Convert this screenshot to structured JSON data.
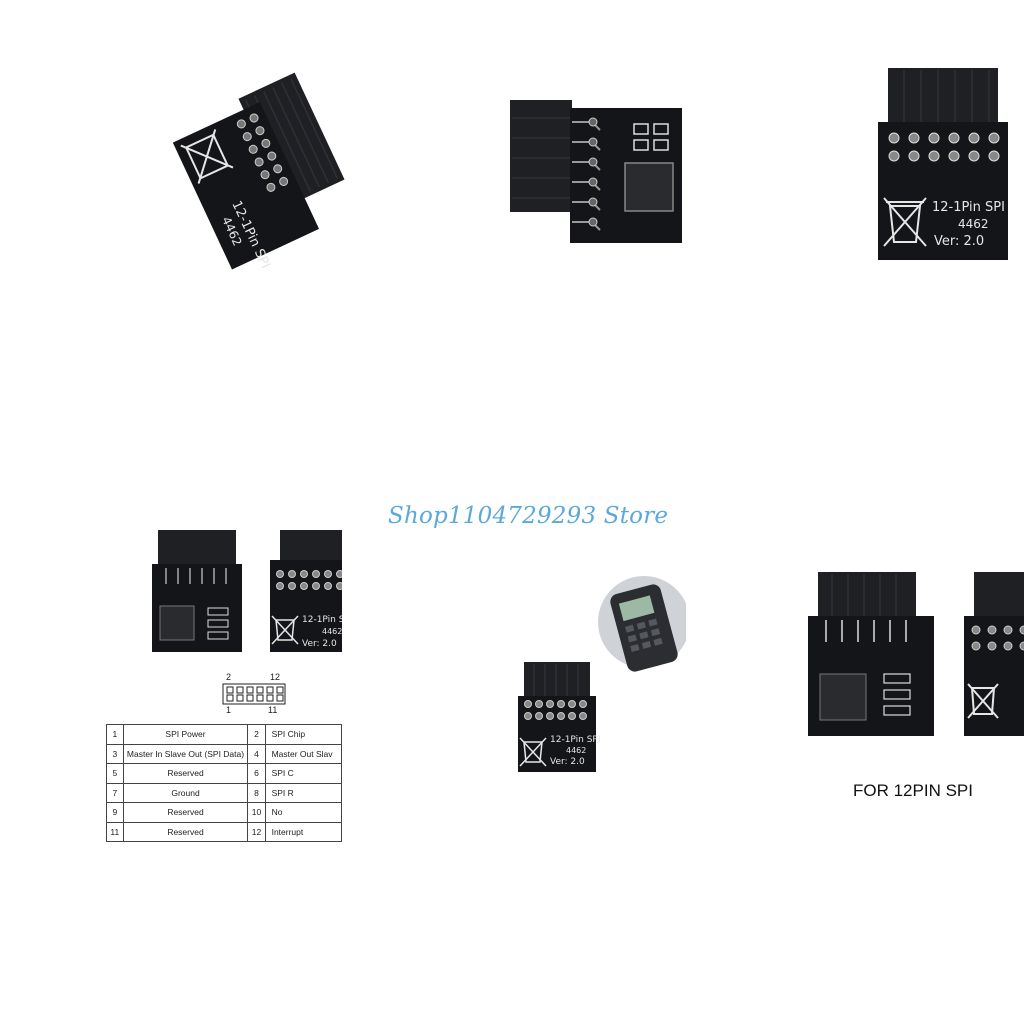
{
  "watermark": "Shop1104729293 Store",
  "caption": "FOR 12PIN SPI",
  "board": {
    "title": "12-1Pin SPI",
    "model": "4462",
    "version": "Ver:  2.0"
  },
  "header_diagram": {
    "top_left": "2",
    "top_right": "12",
    "bottom_left": "1",
    "bottom_right": "11"
  },
  "pinout": {
    "rows": [
      {
        "pin_a": "1",
        "signal_a": "SPI Power",
        "pin_b": "2",
        "signal_b": "SPI Chip"
      },
      {
        "pin_a": "3",
        "signal_a": "Master In Slave Out (SPI Data)",
        "pin_b": "4",
        "signal_b": "Master Out Slav"
      },
      {
        "pin_a": "5",
        "signal_a": "Reserved",
        "pin_b": "6",
        "signal_b": "SPI C"
      },
      {
        "pin_a": "7",
        "signal_a": "Ground",
        "pin_b": "8",
        "signal_b": "SPI R"
      },
      {
        "pin_a": "9",
        "signal_a": "Reserved",
        "pin_b": "10",
        "signal_b": "No"
      },
      {
        "pin_a": "11",
        "signal_a": "Reserved",
        "pin_b": "12",
        "signal_b": "Interrupt"
      }
    ]
  },
  "colors": {
    "pcb": "#141518",
    "connector": "#1f2024",
    "silkscreen": "#e6e6e6",
    "watermark": "#5aa9d9"
  }
}
